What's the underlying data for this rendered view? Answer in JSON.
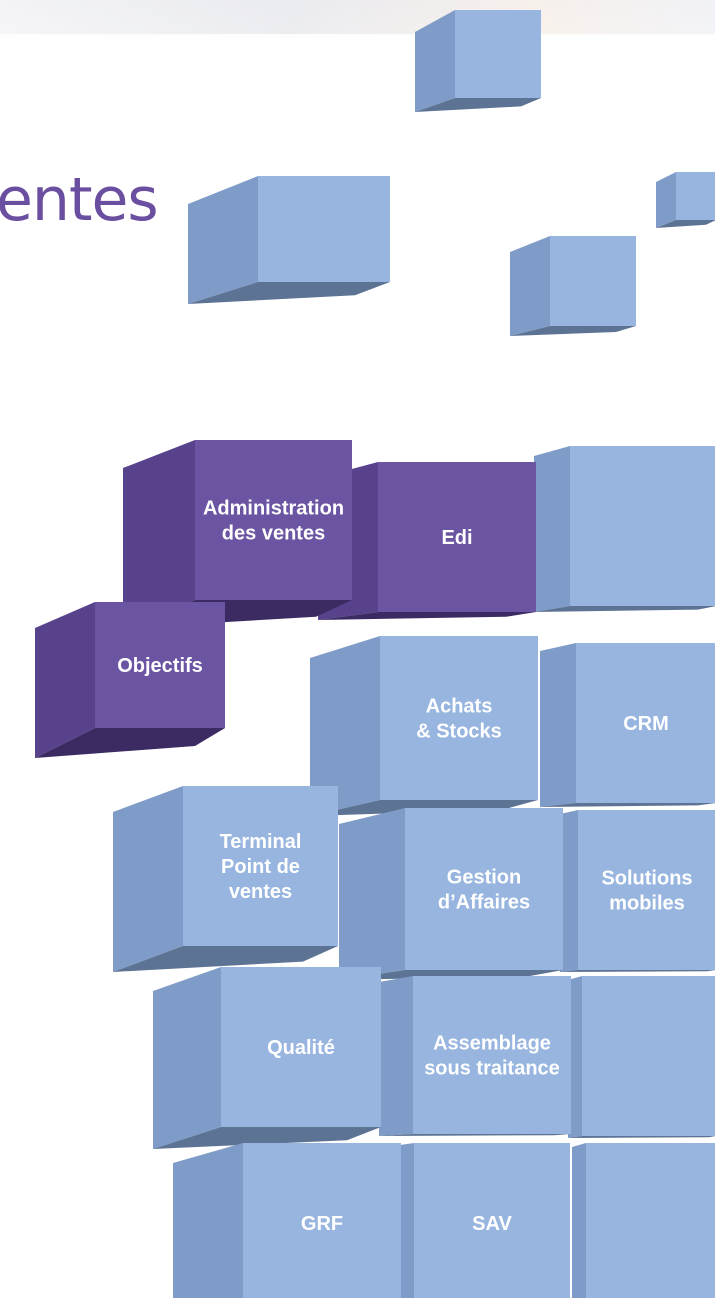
{
  "title": "entes",
  "colors": {
    "title": "#6a4fa0",
    "blue_front": "#97b5df",
    "blue_side": "#7f9cc8",
    "blue_bottom": "#5d7394",
    "purple_front": "#6b55a3",
    "purple_side": "#58428c",
    "purple_bottom": "#3b2b62"
  },
  "modules": [
    {
      "id": "administration-des-ventes",
      "lines": [
        "Administration",
        "des ventes"
      ],
      "color": "purple"
    },
    {
      "id": "edi",
      "lines": [
        "Edi"
      ],
      "color": "purple"
    },
    {
      "id": "objectifs",
      "lines": [
        "Objectifs"
      ],
      "color": "purple"
    },
    {
      "id": "achats-stocks",
      "lines": [
        "Achats",
        "& Stocks"
      ],
      "color": "blue"
    },
    {
      "id": "crm",
      "lines": [
        "CRM"
      ],
      "color": "blue"
    },
    {
      "id": "terminal-point-de-ventes",
      "lines": [
        "Terminal",
        "Point de",
        "ventes"
      ],
      "color": "blue"
    },
    {
      "id": "gestion-affaires",
      "lines": [
        "Gestion",
        "d’Affaires"
      ],
      "color": "blue"
    },
    {
      "id": "solutions-mobiles",
      "lines": [
        "Solutions",
        "mobiles"
      ],
      "color": "blue"
    },
    {
      "id": "qualite",
      "lines": [
        "Qualité"
      ],
      "color": "blue"
    },
    {
      "id": "assemblage-sous-traitance",
      "lines": [
        "Assemblage",
        "sous traitance"
      ],
      "color": "blue"
    },
    {
      "id": "grf",
      "lines": [
        "GRF"
      ],
      "color": "blue"
    },
    {
      "id": "sav",
      "lines": [
        "SAV"
      ],
      "color": "blue"
    }
  ]
}
